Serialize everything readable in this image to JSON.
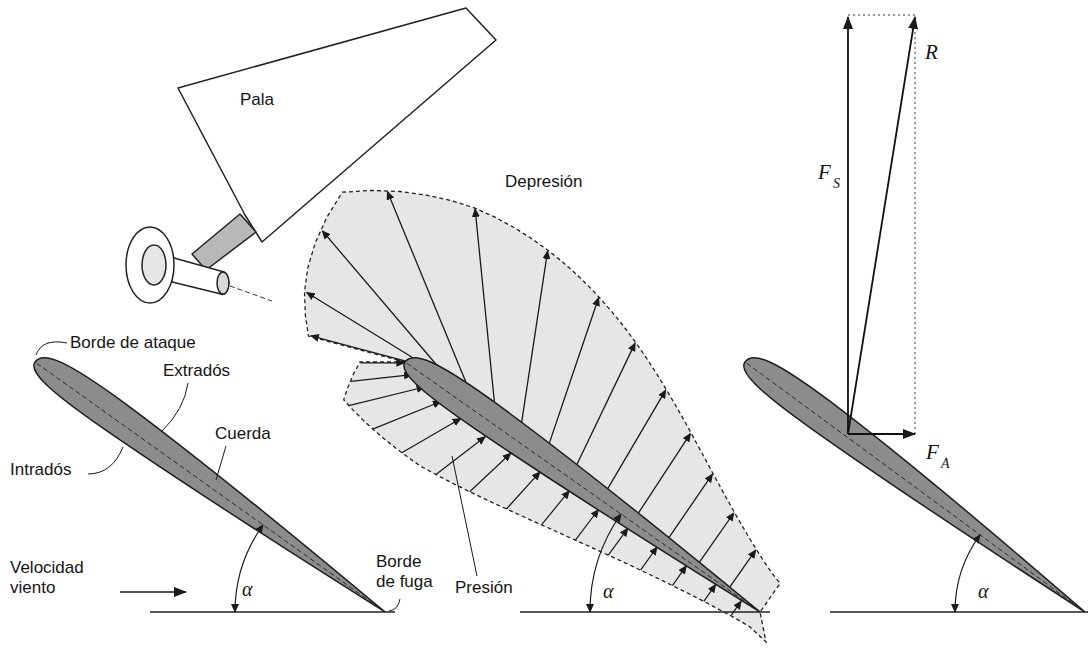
{
  "diagram": {
    "labels": [
      "Pala",
      "Depresión",
      "F",
      "S",
      "R",
      "Borde de ataque",
      "Extradós",
      "Cuerda",
      "Intradós",
      "F",
      "A",
      "Velocidad viento",
      "Borde de fuga",
      "Presión",
      "α",
      "α",
      "α"
    ]
  }
}
